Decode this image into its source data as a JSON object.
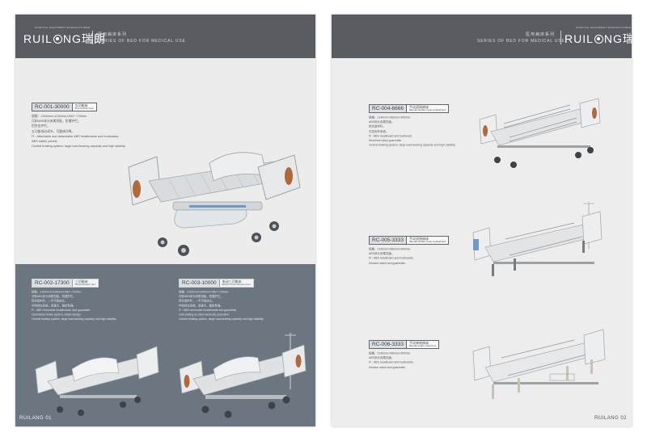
{
  "brand": {
    "tagline": "HOSPITAL EQUIPMENT MANUFACTURER",
    "name_left": "RUIL",
    "name_right": "NG",
    "name_cn": "瑞朗"
  },
  "series": {
    "cn": "医用病床系列",
    "en": "SERIES OF BED FOR MEDICAL USE"
  },
  "pages": {
    "left": {
      "footer": "RUILANG 01",
      "products": [
        {
          "code": "RC-001-30000",
          "name_cn": "五功能床",
          "name_en": "Five-function bed",
          "specs": [
            "规格：2160mm×1040mm×450～720mm",
            "可卸ABS床头床尾挡板，防撞护栏。",
            "铝合金护栏。",
            "五功能电动调节，可整体升降。",
            "Ft : Attachable and detachable ABS headboards and footboards.",
            "ABS visible panels.",
            "Central braking system, large load-bearing capacity and high stability."
          ]
        },
        {
          "code": "RC-002-17300",
          "name_cn": "三功能床",
          "name_en": "Three-function bed",
          "specs": [
            "规格：2160mm×1040mm×450～720mm",
            "可卸ABS床头床尾挡板，防撞护栏。",
            "铝合金护栏，一手可放床头。",
            "中控刹车系统，承重大，稳定性强。",
            "Ft : ABS removable headboards, and guardrails.",
            "Centralized brake system, stable design.",
            "Central braking system, large load-bearing capacity and high stability."
          ]
        },
        {
          "code": "RC-003-10000",
          "name_cn": "电动三功能床",
          "name_en": "Electric three-function bed",
          "specs": [
            "规格：2160mm×1040mm×450～720mm",
            "可卸ABS床头床尾挡板，防撞护栏。",
            "铝合金护栏，一手可放床头。",
            "中控刹车系统，承重大，稳定性强。",
            "Ft : ABS removable headboards and guardrails.",
            "Gold plating on steel electrode protection.",
            "Central braking system, large load-bearing capacity and high stability."
          ]
        }
      ]
    },
    "right": {
      "footer": "RUILANG 02",
      "products": [
        {
          "code": "RC-004-6666",
          "name_cn": "手动双摇病床",
          "name_en": "Manual double crank medical bed",
          "specs": [
            "规格：2140mm×960mm×500mm",
            "ABS床头床尾挡板。",
            "铝合金护栏。",
            "中控刹车系统。",
            "Ft : ABS headboard and footboard.",
            "Aluminum alloy guardrails.",
            "Central braking system, large load-bearing capacity and high stability."
          ]
        },
        {
          "code": "RC-005-3333",
          "name_cn": "手动双摇病床",
          "name_en": "Manual double crank medical bed",
          "specs": [
            "规格：2140mm×960mm×500mm",
            "ABS床头床尾挡板。",
            "Ft : ABS headboard and footboards.",
            "Infusion stand and guardrails."
          ]
        },
        {
          "code": "RC-006-3333",
          "name_cn": "手动单摇病床",
          "name_en": "Manual single crank bed",
          "specs": [
            "规格：2140mm×960mm×500mm",
            "ABS床头床尾挡板。",
            "Ft : ABS headboard and footboards.",
            "Infusion stand and guardrails."
          ]
        }
      ]
    }
  }
}
